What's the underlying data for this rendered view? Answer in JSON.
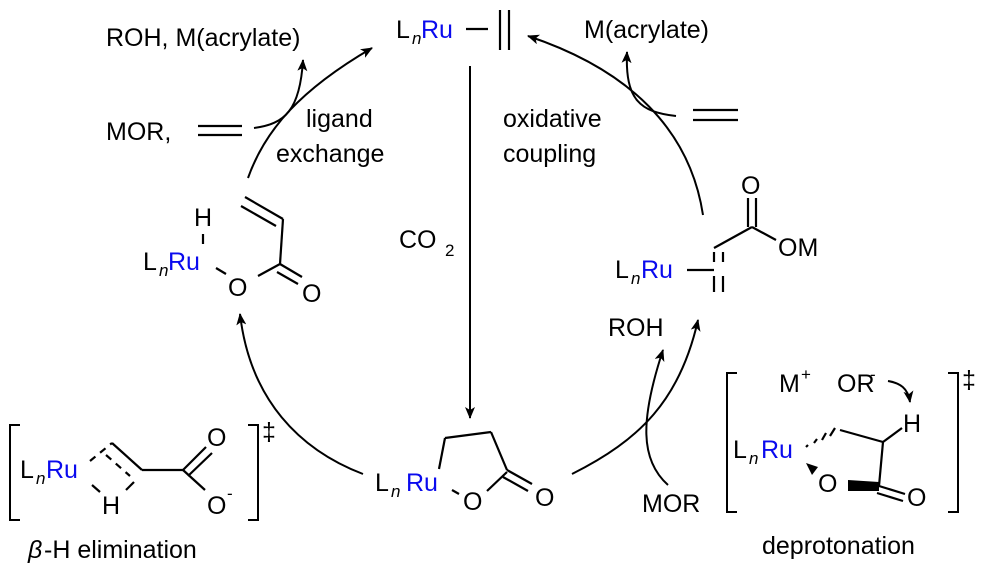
{
  "diagram": {
    "title": "Ru-catalyzed acrylate synthesis from ethylene and CO2 catalytic cycle",
    "colors": {
      "metal": "#0a0aee",
      "ink": "#000000",
      "background": "#ffffff"
    },
    "metal_fragment": {
      "L": "L",
      "n": "n",
      "metal": "Ru"
    },
    "species": {
      "top_complex": {
        "description": "LnRu-ethylene pi complex"
      },
      "left_complex": {
        "H": "H",
        "O_ester": "O",
        "O_carbonyl": "O",
        "description": "LnRu(H)(acrylate)"
      },
      "right_complex": {
        "O_top": "O",
        "OM": "OM",
        "description": "LnRu-eta2-acrylate salt"
      },
      "bottom_complex": {
        "O_ring": "O",
        "O_carbonyl": "O",
        "description": "ruthenalactone"
      }
    },
    "transition_states": {
      "beta_h": {
        "H": "H",
        "O_top": "O",
        "O_minus": "O",
        "charge": "-",
        "dagger": "‡",
        "label_beta": "β",
        "label_rest": "-H elimination"
      },
      "deprotonation": {
        "M": "M",
        "M_charge": "+",
        "OR": "OR",
        "OR_charge": "-",
        "H": "H",
        "O_ring": "O",
        "O_carbonyl": "O",
        "dagger": "‡",
        "label": "deprotonation"
      }
    },
    "step_labels": {
      "ligand_exchange": [
        "ligand",
        "exchange"
      ],
      "oxidative_coupling": [
        "oxidative",
        "coupling"
      ],
      "co2": "CO",
      "co2_sub": "2"
    },
    "reagents": {
      "top_left_products": "ROH, M(acrylate)",
      "left_inputs": "MOR,",
      "top_right_product": "M(acrylate)",
      "right_roh": "ROH",
      "right_mor": "MOR"
    }
  }
}
